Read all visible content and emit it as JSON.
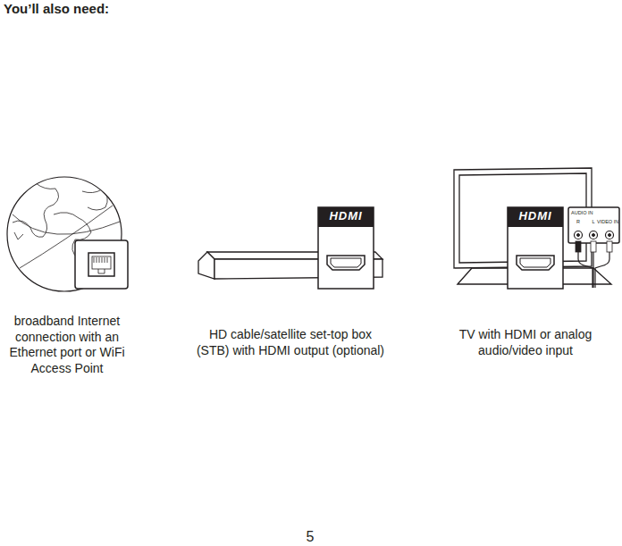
{
  "diagram": {
    "title": "You’ll also need:",
    "labels": [
      "broadband Internet connection with an Ethernet port or WiFi Access Point",
      "HD cable/satellite set-top box (STB) with HDMI output (optional)",
      "TV with HDMI or analog audio/video input",
      "HDMI",
      "HDMI",
      "AUDIO IN",
      "R",
      "L",
      "VIDEO IN",
      "5"
    ]
  }
}
